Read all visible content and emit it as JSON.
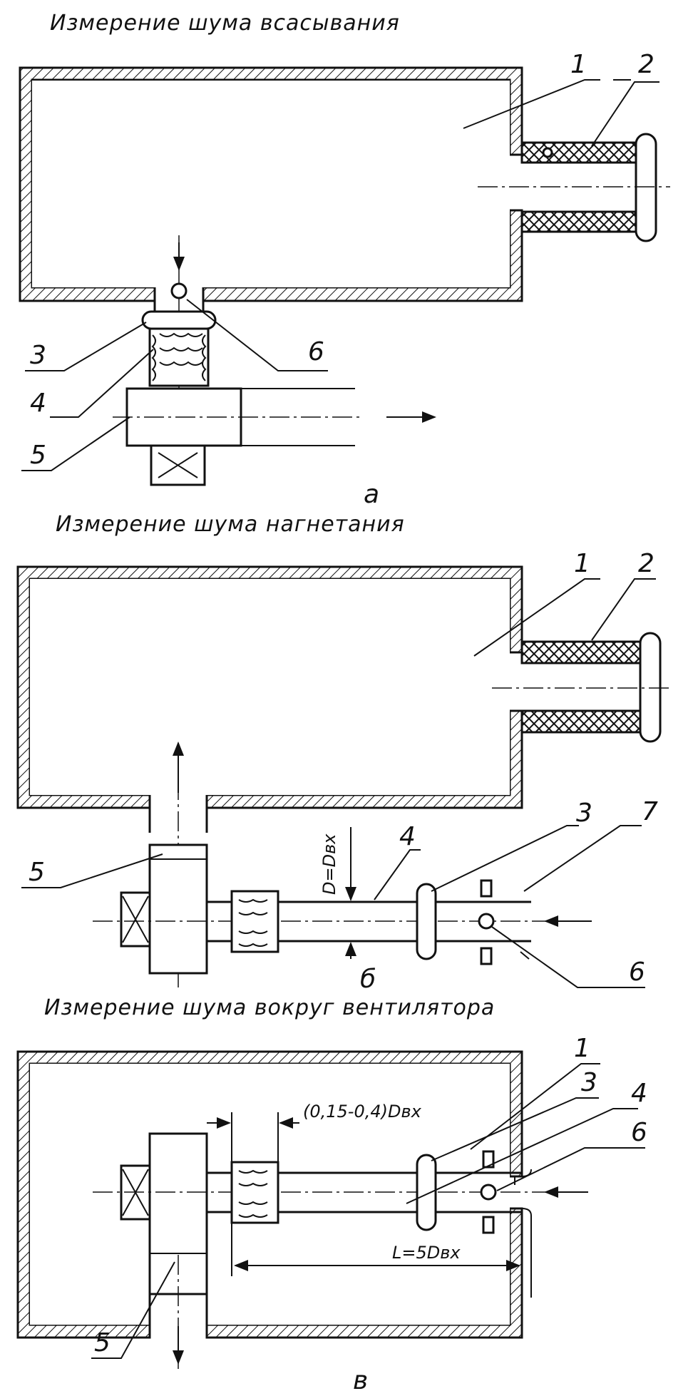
{
  "titles": {
    "a": "Измерение шума всасывания",
    "b": "Измерение шума нагнетания",
    "c": "Измерение шума вокруг вентилятора"
  },
  "subfigs": {
    "a": "а",
    "b": "б",
    "c": "в"
  },
  "labels": {
    "n1": "1",
    "n2": "2",
    "n3": "3",
    "n4": "4",
    "n5": "5",
    "n6": "6",
    "n7": "7"
  },
  "dims": {
    "d_vertical": "D=Dвх",
    "d_gap": "(0,15-0,4)Dвх",
    "d_length": "L=5Dвх"
  }
}
